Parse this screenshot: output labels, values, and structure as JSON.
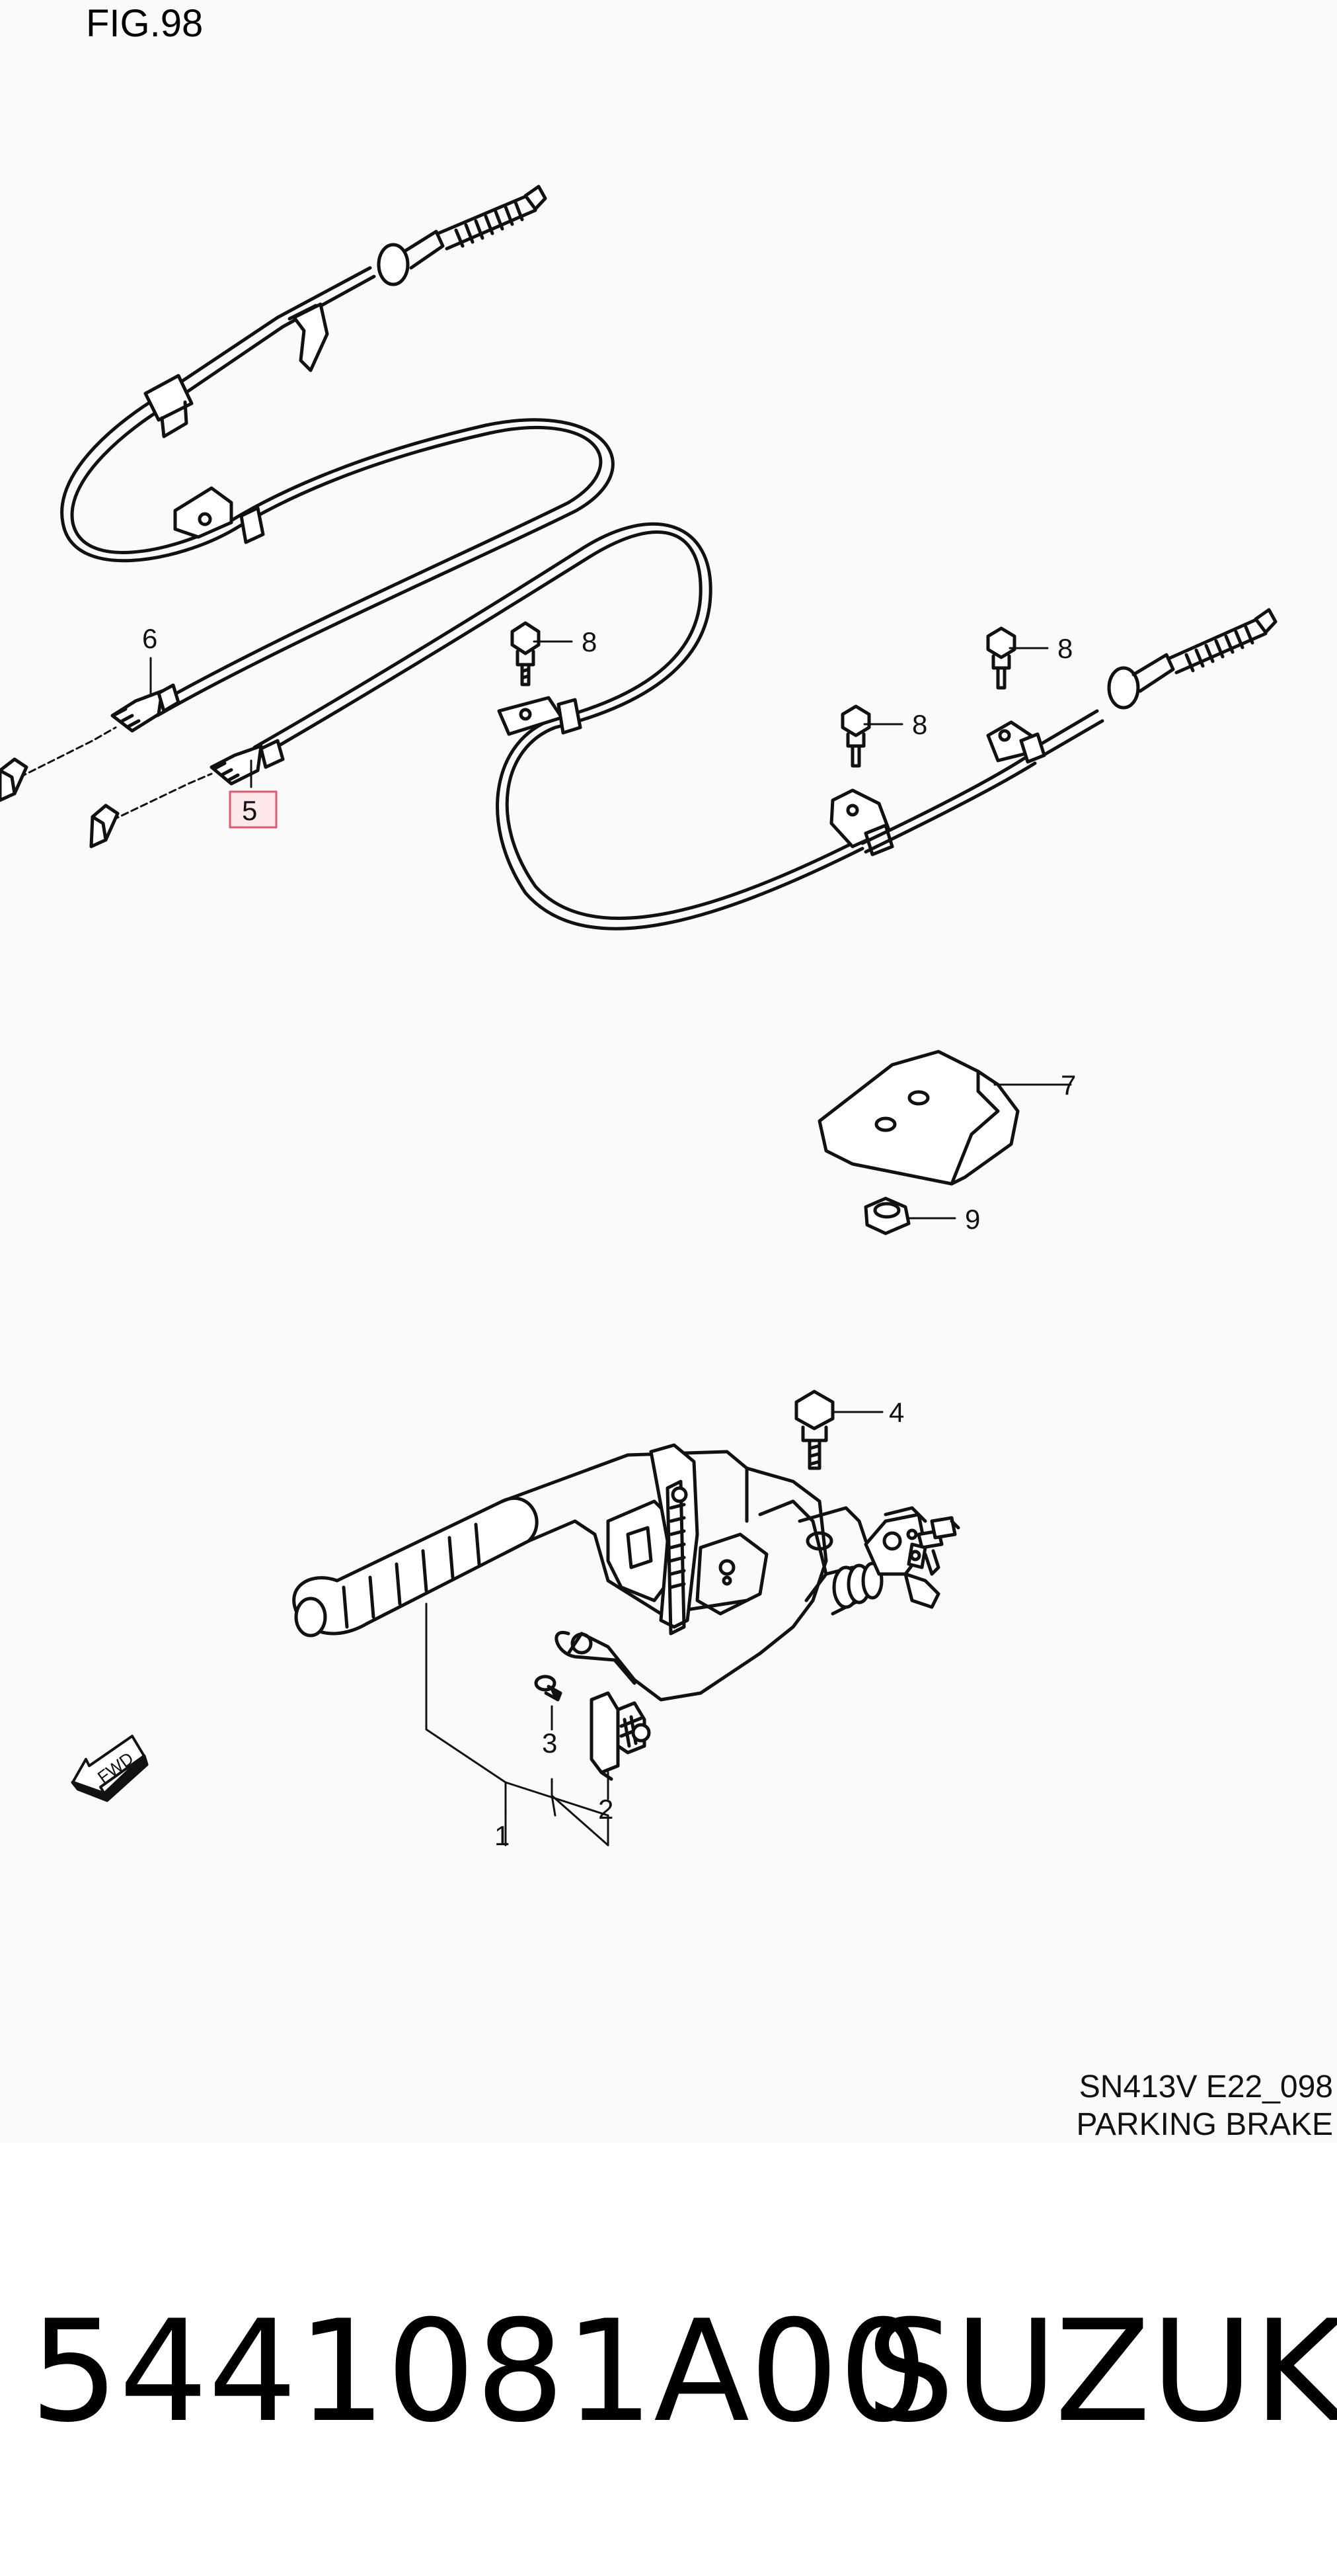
{
  "figure_title": "FIG.98",
  "diagram_code": "SN413V  E22_098",
  "diagram_section": "PARKING BRAKE",
  "fwd_label": "FWD",
  "callouts": [
    "1",
    "2",
    "3",
    "4",
    "5",
    "6",
    "7",
    "8",
    "8",
    "8",
    "9"
  ],
  "highlight_callout": "5",
  "highlight_color": "#e05a6a",
  "part_number": "5441081A00",
  "brand": "SUZUKI"
}
